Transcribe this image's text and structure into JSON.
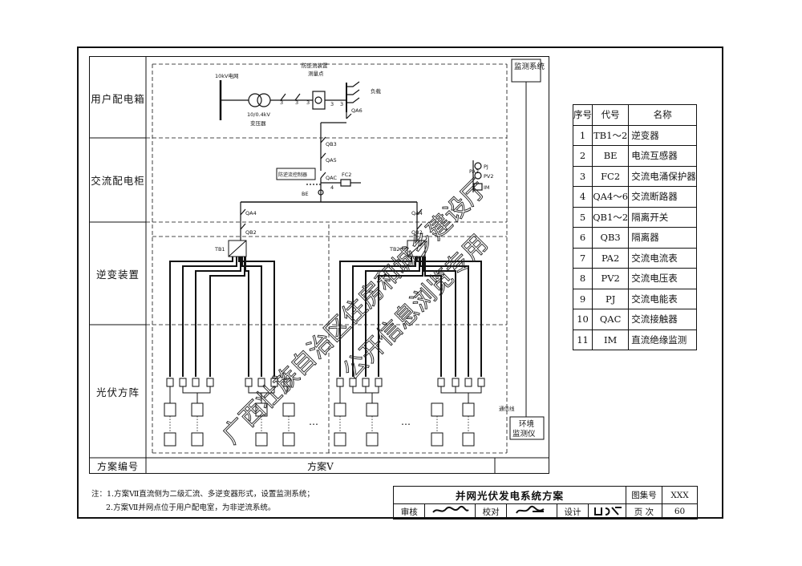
{
  "rows": {
    "user_box": "用户配电箱",
    "ac_cabinet": "交流配电柜",
    "inverter": "逆变装置",
    "pv_array": "光伏方阵",
    "scheme_no": "方案编号"
  },
  "scheme_name": "方案V",
  "diagram": {
    "grid": "10kV电网",
    "transformer_ratio": "10/0.4kV",
    "transformer": "变压器",
    "anti_backflow_point_line1": "防逆流装置",
    "anti_backflow_point_line2": "测量点",
    "load": "负载",
    "qa6": "QA6",
    "qb3": "QB3",
    "qa5": "QA5",
    "qac": "QAC",
    "fc2": "FC2",
    "be": "BE",
    "anti_backflow_controller": "防逆流控制器",
    "pj": "PJ",
    "pv2": "PV2",
    "pa2": "PA2",
    "im": "IM",
    "qa4_left": "QA4",
    "qa4_right": "QA4",
    "qb2_left": "QB2",
    "qb2_right": "QB2",
    "tb1": "TB1",
    "tb2": "TB2",
    "ellipsis": "…",
    "monitor_system": "监测系统",
    "comm_line": "通信线",
    "env_monitor_line1": "环境",
    "env_monitor_line2": "监测仪",
    "num3a": "3",
    "num3b": "3",
    "num3c": "3",
    "num3d": "3",
    "num3e": "3",
    "num4": "4"
  },
  "legend": {
    "headers": [
      "序号",
      "代号",
      "名称"
    ],
    "rows": [
      [
        "1",
        "TB1～2",
        "逆变器"
      ],
      [
        "2",
        "BE",
        "电流互感器"
      ],
      [
        "3",
        "FC2",
        "交流电涌保护器"
      ],
      [
        "4",
        "QA4～6",
        "交流断路器"
      ],
      [
        "5",
        "QB1～2",
        "隔离开关"
      ],
      [
        "6",
        "QB3",
        "隔离器"
      ],
      [
        "7",
        "PA2",
        "交流电流表"
      ],
      [
        "8",
        "PV2",
        "交流电压表"
      ],
      [
        "9",
        "PJ",
        "交流电能表"
      ],
      [
        "10",
        "QAC",
        "交流接触器"
      ],
      [
        "11",
        "IM",
        "直流绝缘监测"
      ]
    ]
  },
  "notes": [
    "注：1.方案Ⅶ直流侧为二级汇流、多逆变器形式，设置监测系统；",
    "2.方案Ⅶ并网点位于用户配电室，为非逆流系统。"
  ],
  "title_block": {
    "title": "并网光伏发电系统方案",
    "atlas_label": "图集号",
    "atlas_value": "XXX",
    "review_label": "审核",
    "check_label": "校对",
    "design_label": "设计",
    "page_label": "页 次",
    "page_value": "60"
  },
  "watermark": {
    "line1": "广西壮族自治区住房和城乡建设厅",
    "line2": "公开信息浏览专用"
  },
  "colors": {
    "line": "#111111",
    "watermark": "#222222"
  }
}
